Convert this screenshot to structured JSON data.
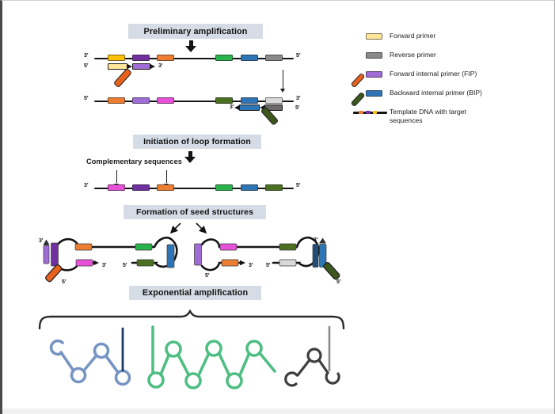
{
  "palette": {
    "yellow": "#FFC000",
    "paleYellow": "#FFE699",
    "purple": "#7030A0",
    "lightPurple": "#A06CD5",
    "orange": "#ED7D31",
    "orangeDeep": "#E8611C",
    "magenta": "#E750D8",
    "green": "#29B34B",
    "blue": "#2E75B6",
    "darkBlue": "#1F4E79",
    "gray": "#8A8A8A",
    "lightGray": "#D9D9D9",
    "darkGray": "#6E6969",
    "darkGreen": "#4C7022",
    "darkGreenDeep": "#3C581C",
    "headerBg": "#D6DCE5",
    "ink": "#141414",
    "squiggleBlue": "#7795C2",
    "squiggleNavy": "#1F3864",
    "squiggleGreen": "#4FBE82",
    "squiggleBlack": "#3E3E3E",
    "squiggleGrayLine": "#8A8A8A"
  },
  "headers": {
    "step1": "Preliminary amplification",
    "step2": "Initiation of loop formation",
    "step3": "Formation of seed structures",
    "step4": "Exponential amplification"
  },
  "labels": {
    "three_prime": "3'",
    "five_prime": "5'",
    "complementary": "Complementary sequences"
  },
  "strands": [
    {
      "name": "template-top",
      "left_end": "3'",
      "right_end": "5'",
      "segments": [
        "yellow",
        "purple",
        "orange",
        "green",
        "blue",
        "gray"
      ]
    },
    {
      "name": "template-bottom",
      "left_end": "5'",
      "right_end": "3'",
      "segments": [
        "orange",
        "lightPurple",
        "magenta",
        "darkGreen",
        "blue",
        "lightGray"
      ]
    },
    {
      "name": "loop-initiation-strand",
      "left_end": "3'",
      "right_end": "5'",
      "segments": [
        "magenta",
        "purple",
        "orange",
        "green",
        "blue",
        "darkGreen"
      ]
    }
  ],
  "primers": {
    "forward": "paleYellow",
    "fip_body": "lightPurple",
    "fip_tail": "orangeDeep",
    "bip_body": "blue",
    "reverse": "darkGray",
    "bip_tail": "darkGreenDeep"
  },
  "seeds": [
    {
      "stem": [
        "lightPurple",
        "purple"
      ],
      "top": [
        "orange",
        "green"
      ],
      "right_bars": [
        "blue"
      ],
      "bottom_left": [
        "magenta"
      ],
      "bottom_right": [
        "darkGreen"
      ],
      "diag": "orangeDeep"
    },
    {
      "stem": [
        "lightPurple"
      ],
      "top": [
        "magenta",
        "darkGreen"
      ],
      "right_bars": [
        "darkBlue",
        "blue"
      ],
      "bottom_left": [
        "orange"
      ],
      "bottom_right": [
        "lightGray"
      ],
      "diag": "darkGreenDeep"
    }
  ],
  "squiggles": [
    {
      "color": "squiggleBlue",
      "line": "squiggleNavy"
    },
    {
      "color": "squiggleGreen"
    },
    {
      "color": "squiggleBlack",
      "line": "squiggleGrayLine"
    }
  ],
  "legend": {
    "items": [
      {
        "label": "Forward primer",
        "swatch": "paleYellow"
      },
      {
        "label": "Reverse primer",
        "swatch": "gray"
      },
      {
        "label": "Forward internal primer (FIP)",
        "swatch": "lightPurple",
        "diag": "orangeDeep"
      },
      {
        "label": "Backward internal primer (BIP)",
        "swatch": "blue",
        "diag": "darkGreenDeep"
      },
      {
        "label": "Template DNA with target sequences",
        "ticks": [
          "orange",
          "purple",
          "yellow"
        ]
      }
    ]
  }
}
